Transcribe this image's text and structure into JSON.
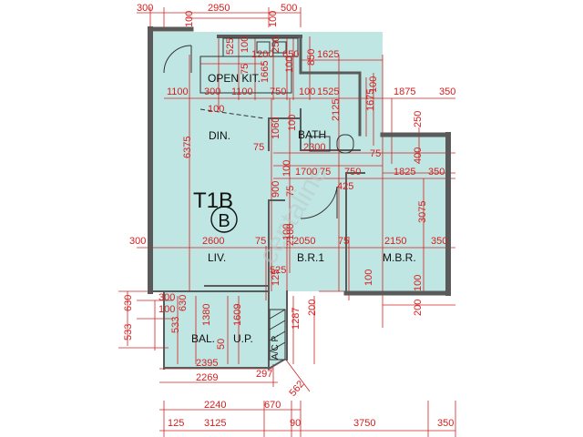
{
  "plan": {
    "unit_code": "T1B",
    "unit_type": "B",
    "watermark": "centaline",
    "colors": {
      "floor": "#bfe6e2",
      "wall": "#5a5a5a",
      "dim": "#d42020"
    },
    "rooms": [
      {
        "id": "open-kitchen",
        "label": "OPEN KIT."
      },
      {
        "id": "dining",
        "label": "DIN."
      },
      {
        "id": "bath",
        "label": "BATH"
      },
      {
        "id": "living",
        "label": "LIV."
      },
      {
        "id": "br1",
        "label": "B.R.1"
      },
      {
        "id": "mbr",
        "label": "M.B.R."
      },
      {
        "id": "balcony",
        "label": "BAL."
      },
      {
        "id": "up",
        "label": "U.P."
      },
      {
        "id": "acp",
        "label": "A/C P."
      }
    ],
    "dims": {
      "d0": "300",
      "d1": "2950",
      "d2": "500",
      "d3": "100",
      "d4": "100",
      "d5": "525",
      "d6": "100",
      "d7": "1200",
      "d8": "650",
      "d9": "250",
      "d10": "850",
      "d11": "1625",
      "d12": "75",
      "d13": "1665",
      "d14": "100",
      "d15": "1100",
      "d16": "300",
      "d17": "1100",
      "d18": "750",
      "d19": "100",
      "d20": "1525",
      "d21": "100",
      "d22": "1875",
      "d23": "350",
      "d24": "1675",
      "d25": "100",
      "d26": "250",
      "d27": "2125",
      "d28": "6375",
      "d29": "1060",
      "d30": "100",
      "d31": "2300",
      "d32": "75",
      "d33": "75",
      "d34": "400",
      "d35": "100",
      "d36": "1700",
      "d37": "75",
      "d38": "750",
      "d39": "1825",
      "d40": "350",
      "d41": "900",
      "d42": "75",
      "d43": "425",
      "d44": "3075",
      "d45": "300",
      "d46": "2600",
      "d47": "75",
      "d48": "2050",
      "d49": "75",
      "d50": "2150",
      "d51": "350",
      "d52": "2100",
      "d53": "100",
      "d54": "525",
      "d55": "125",
      "d56": "100",
      "d57": "630",
      "d58": "300",
      "d59": "630",
      "d60": "100",
      "d61": "1380",
      "d62": "1609",
      "d63": "1287",
      "d64": "200",
      "d65": "200",
      "d66": "533",
      "d67": "533",
      "d68": "50",
      "d69": "2395",
      "d70": "297",
      "d71": "2269",
      "d72": "562",
      "d73": "2240",
      "d74": "670",
      "d75": "125",
      "d76": "3125",
      "d77": "90",
      "d78": "3750",
      "d79": "350",
      "d80": "100"
    }
  }
}
